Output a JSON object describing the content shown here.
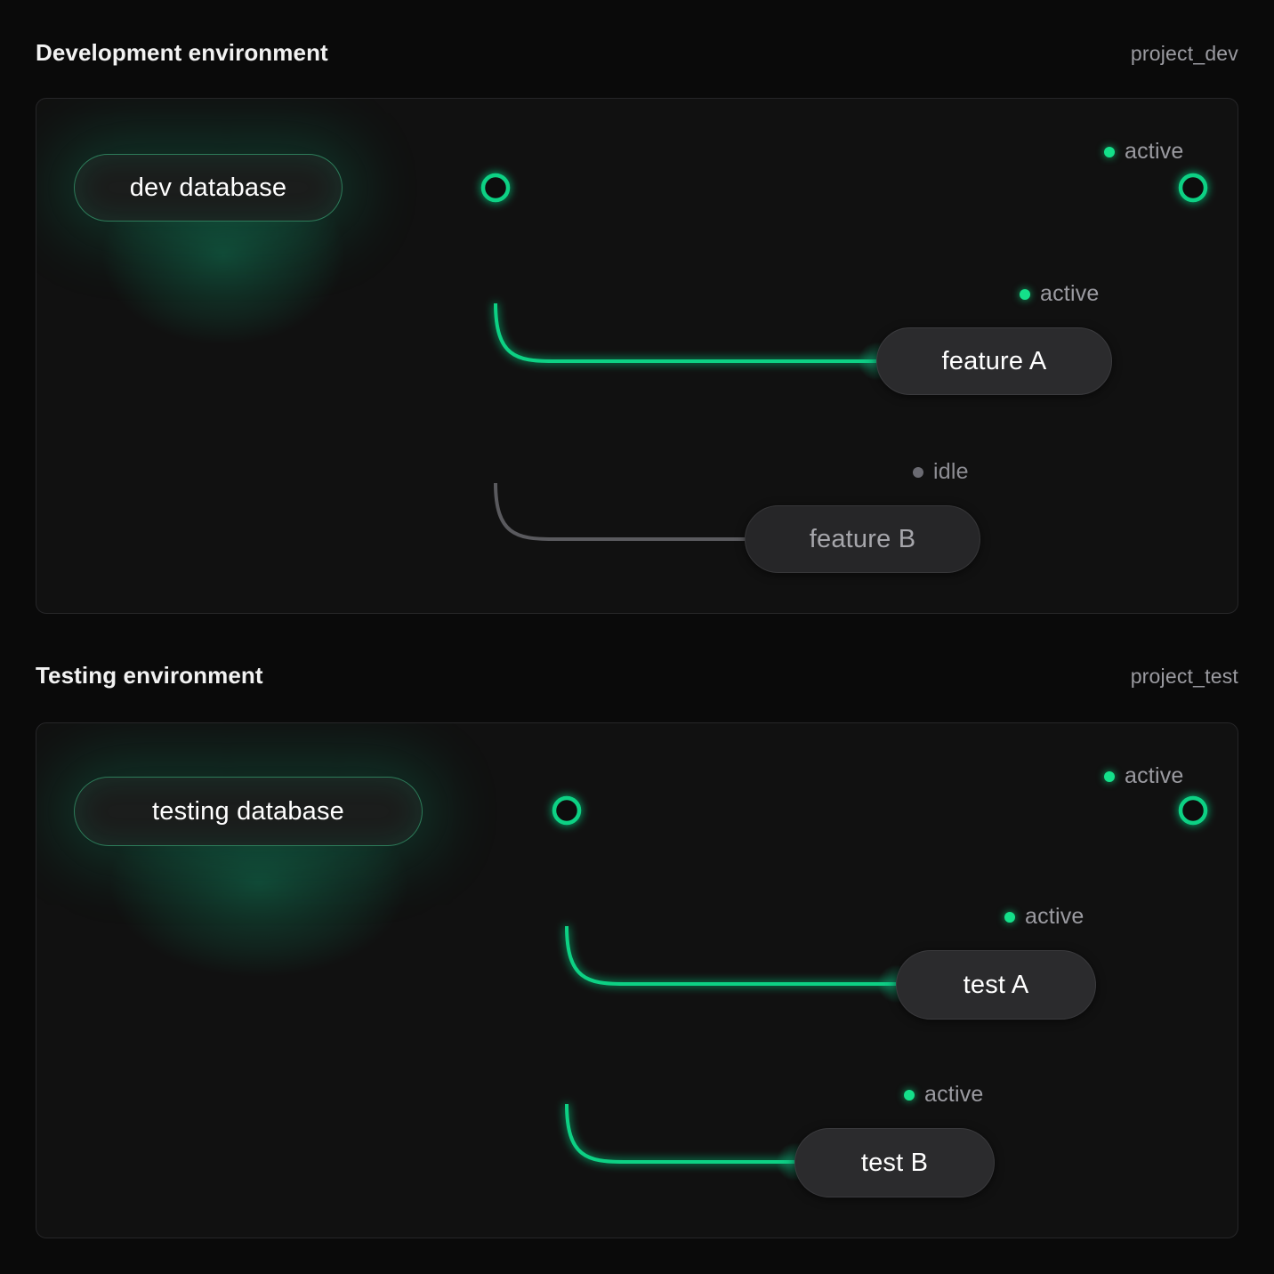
{
  "theme": {
    "background": "#0a0a0a",
    "panel_bg": "#111111",
    "panel_border": "#262628",
    "accent_green": "#14e08a",
    "edge_green": "#10d184",
    "edge_idle": "#5a5a5e",
    "text_primary": "#ffffff",
    "text_muted": "#9b9ba1"
  },
  "sections": [
    {
      "id": "development",
      "title": "Development environment",
      "project": "project_dev",
      "db_node": {
        "label": "dev database",
        "state": "active"
      },
      "trunk_endpoint": {
        "status": "active",
        "state": "active"
      },
      "leaves": [
        {
          "label": "feature A",
          "status": "active",
          "state": "active"
        },
        {
          "label": "feature B",
          "status": "idle",
          "state": "idle"
        }
      ]
    },
    {
      "id": "testing",
      "title": "Testing environment",
      "project": "project_test",
      "db_node": {
        "label": "testing database",
        "state": "active"
      },
      "trunk_endpoint": {
        "status": "active",
        "state": "active"
      },
      "leaves": [
        {
          "label": "test A",
          "status": "active",
          "state": "active"
        },
        {
          "label": "test B",
          "status": "active",
          "state": "active"
        }
      ]
    }
  ]
}
